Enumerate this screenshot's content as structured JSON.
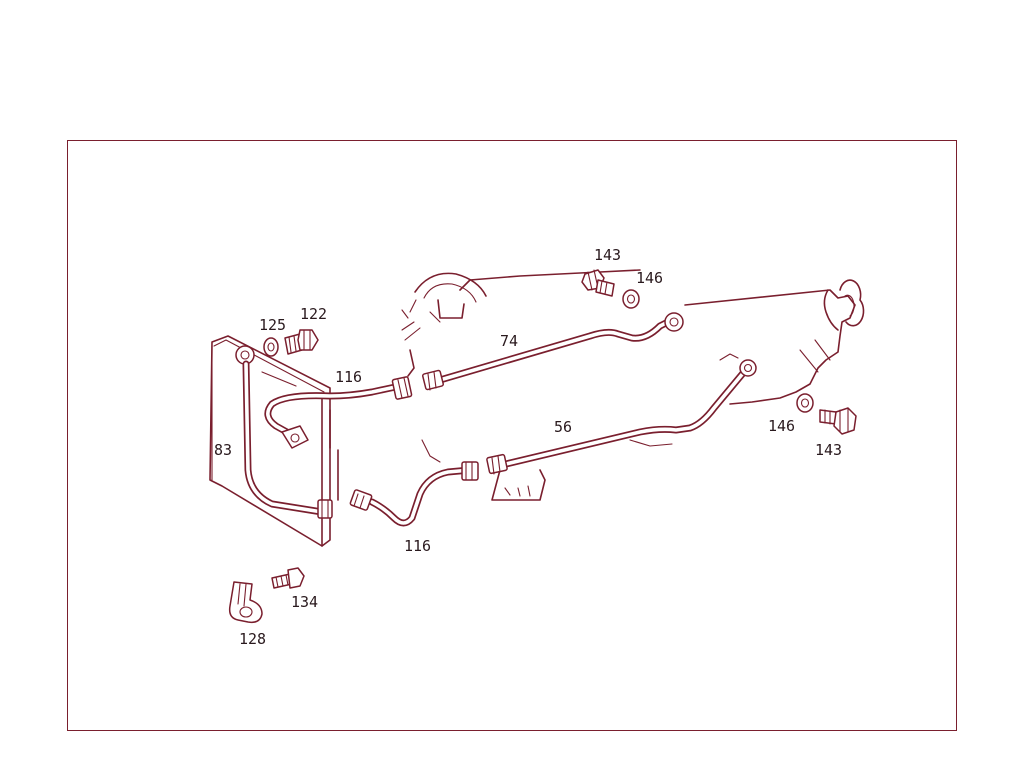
{
  "labels": {
    "l83": "83",
    "l125": "125",
    "l122": "122",
    "l116a": "116",
    "l74": "74",
    "l143a": "143",
    "l146a": "146",
    "l56": "56",
    "l146b": "146",
    "l143b": "143",
    "l116b": "116",
    "l134": "134",
    "l128": "128"
  },
  "colors": {
    "line": "#7a1f2e",
    "text": "#2a1a1e",
    "background": "#ffffff"
  }
}
